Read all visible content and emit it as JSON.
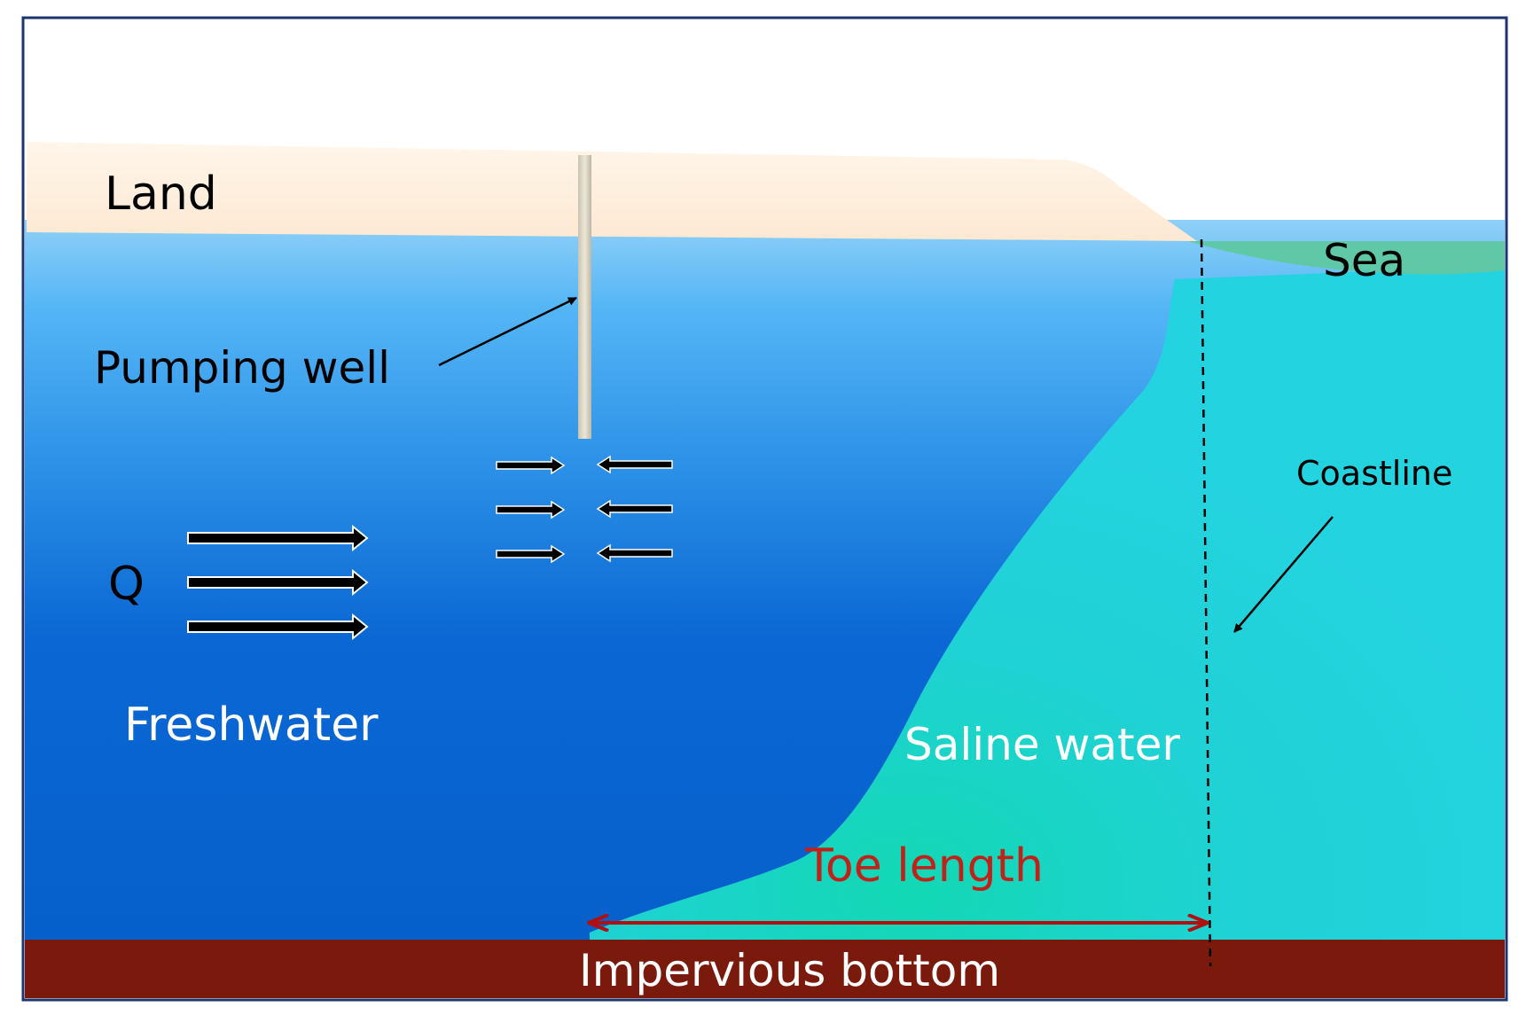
{
  "labels": {
    "land": "Land",
    "sea": "Sea",
    "pumping_well": "Pumping well",
    "q": "Q",
    "freshwater": "Freshwater",
    "saline_water": "Saline water",
    "coastline": "Coastline",
    "toe_length": "Toe length",
    "impervious_bottom": "Impervious bottom"
  },
  "colors": {
    "land": "#fdebd7",
    "sea": "#5fc8a6",
    "freshwater_top": "#8fd0f7",
    "freshwater_mid": "#3aa2ee",
    "freshwater_bottom": "#0660cc",
    "saline_water": "#22d3dc",
    "impervious_bottom": "#7a1a0c",
    "toe_length_text": "#c0221a",
    "toe_length_arrow": "#b01010",
    "frame": "#1c3570",
    "label_dark": "#000000",
    "label_light": "#ffffff"
  }
}
